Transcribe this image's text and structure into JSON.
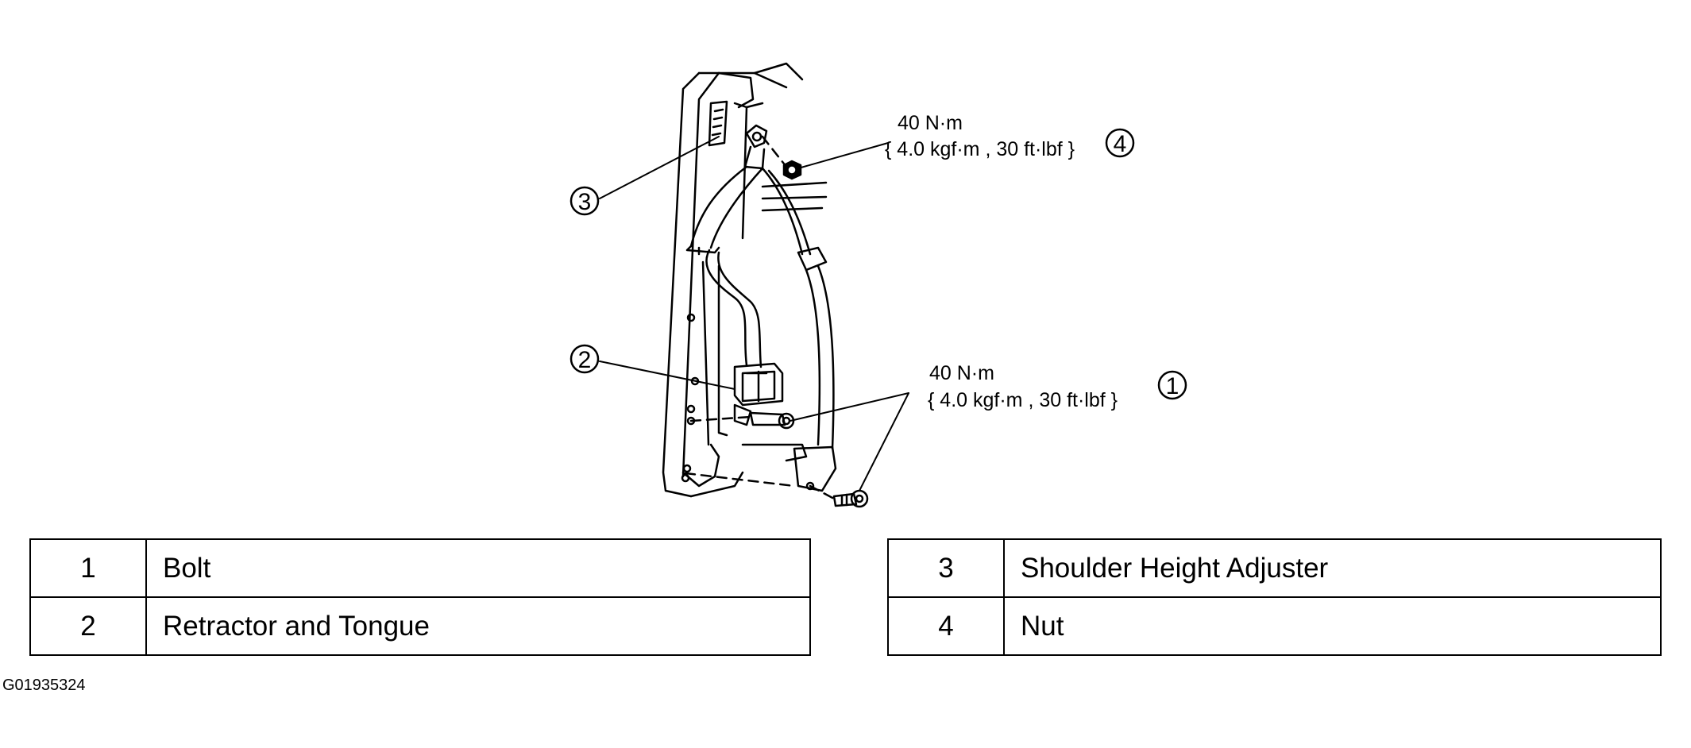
{
  "callouts": [
    {
      "id": "4",
      "torque_line1": "40 N·m",
      "torque_line2": "{ 4.0 kgf·m , 30 ft·lbf }"
    },
    {
      "id": "3"
    },
    {
      "id": "2"
    },
    {
      "id": "1",
      "torque_line1": "40 N·m",
      "torque_line2": "{ 4.0 kgf·m , 30 ft·lbf }"
    }
  ],
  "legend": {
    "left": [
      {
        "num": "1",
        "label": "Bolt"
      },
      {
        "num": "2",
        "label": "Retractor and Tongue"
      }
    ],
    "right": [
      {
        "num": "3",
        "label": "Shoulder Height Adjuster"
      },
      {
        "num": "4",
        "label": "Nut"
      }
    ]
  },
  "figure_id": "G01935324"
}
